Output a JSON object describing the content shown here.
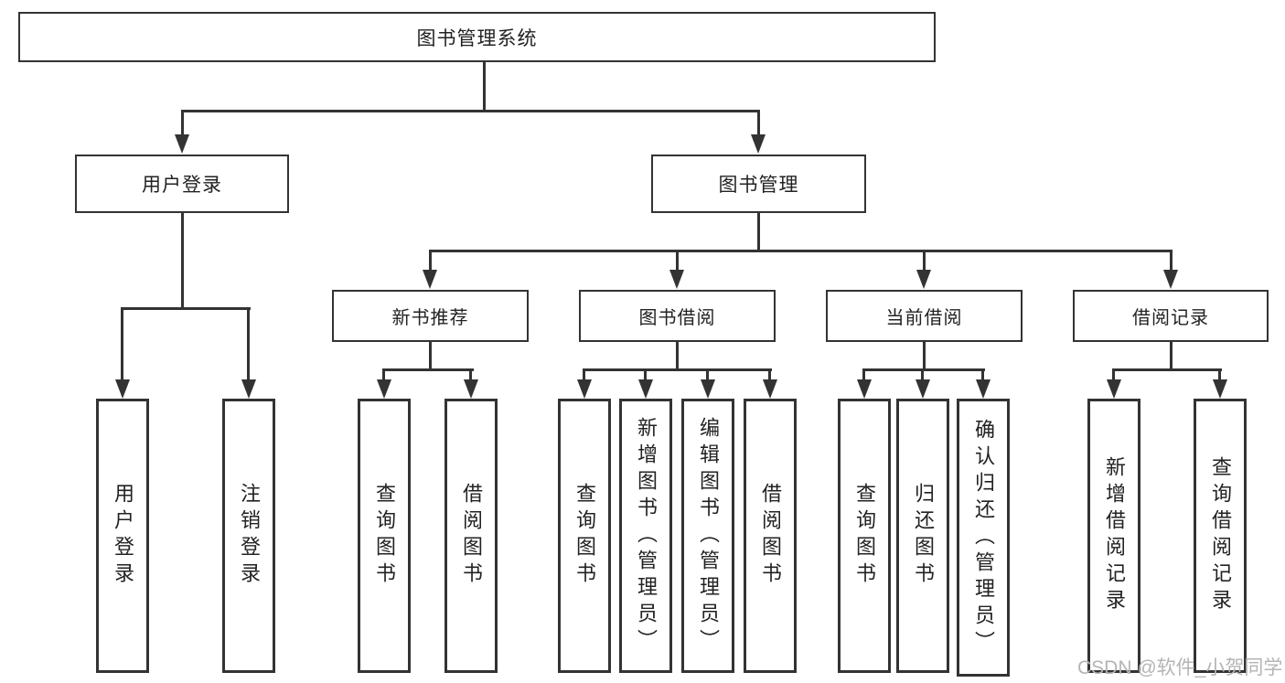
{
  "nodes": {
    "root": "图书管理系统",
    "user_login": "用户登录",
    "book_mgmt": "图书管理",
    "new_books": "新书推荐",
    "book_borrow": "图书借阅",
    "current_borrow": "当前借阅",
    "borrow_records": "借阅记录"
  },
  "leaves": {
    "user_login": [
      "用户登录",
      "注销登录"
    ],
    "new_books": [
      "查询图书",
      "借阅图书"
    ],
    "book_borrow": [
      "查询图书",
      "新增图书（管理员）",
      "编辑图书（管理员）",
      "借阅图书"
    ],
    "current_borrow": [
      "查询图书",
      "归还图书",
      "确认归还（管理员）"
    ],
    "borrow_records": [
      "新增借阅记录",
      "查询借阅记录"
    ]
  },
  "watermark": "CSDN @软件_小贺同学",
  "colors": {
    "line": "#333333",
    "text": "#222222",
    "watermark": "#b4b4b4",
    "background": "#ffffff"
  }
}
